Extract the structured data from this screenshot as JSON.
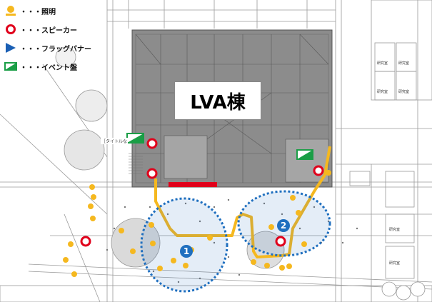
{
  "legend": {
    "lighting": "・・・照明",
    "speaker": "・・・スピーカー",
    "flag_banner": "・・・フラッグバナー",
    "event_board": "・・・イベント盤"
  },
  "building": {
    "name": "LVA棟"
  },
  "title_tag": "［タイトルな",
  "areas": [
    {
      "number": "1"
    },
    {
      "number": "2"
    }
  ],
  "room_labels": [
    "研究室",
    "研究室",
    "研究室",
    "研究室",
    "研究室",
    "研究室"
  ],
  "colors": {
    "lighting": "#f5b81f",
    "speaker": "#e0001b",
    "flag_banner": "#1a5fb4",
    "event_board": "#1a9e46",
    "area_ring": "#1f6fbf",
    "route": "#f5b81f",
    "stage_bar": "#e0001b",
    "building_fill": "#8c8c8c"
  },
  "icons": [
    "lighting-dot-icon",
    "speaker-ring-icon",
    "flag-banner-icon",
    "event-board-icon"
  ]
}
